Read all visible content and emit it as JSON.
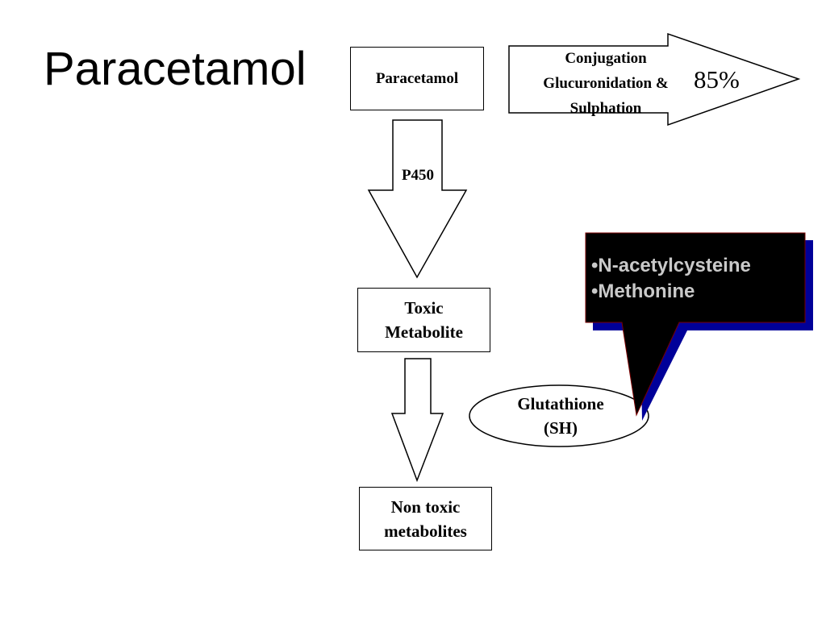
{
  "slide": {
    "title": "Paracetamol"
  },
  "diagram": {
    "start_node": "Paracetamol",
    "conjugation": {
      "line1": "Conjugation",
      "line2": "Glucuronidation &",
      "line3": "Sulphation",
      "percent": "85%"
    },
    "enzyme_label": "P450",
    "toxic_node": {
      "line1": "Toxic",
      "line2": "Metabolite"
    },
    "nontoxic_node": {
      "line1": "Non toxic",
      "line2": "metabolites"
    },
    "glutathione": {
      "line1": "Glutathione",
      "line2": "(SH)"
    },
    "antidotes": {
      "item1": "•N-acetylcysteine",
      "item2": "•Methonine"
    }
  },
  "colors": {
    "callout_fill": "#000000",
    "callout_shadow": "#000099",
    "callout_text": "#c9c9c9"
  }
}
